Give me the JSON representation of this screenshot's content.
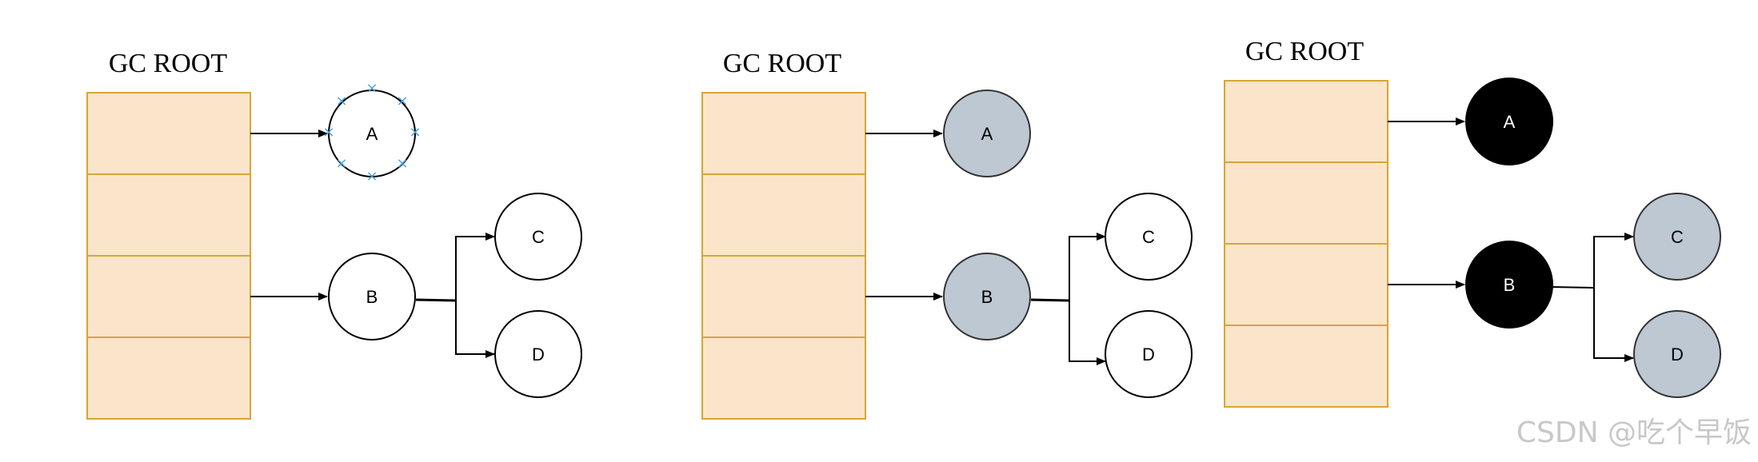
{
  "diagrams": [
    {
      "title": "GC ROOT",
      "nodes": {
        "A": {
          "label": "A",
          "color": "#ffffff",
          "text_color": "#000000",
          "handles": true
        },
        "B": {
          "label": "B",
          "color": "#ffffff",
          "text_color": "#000000"
        },
        "C": {
          "label": "C",
          "color": "#ffffff",
          "text_color": "#000000"
        },
        "D": {
          "label": "D",
          "color": "#ffffff",
          "text_color": "#000000"
        }
      }
    },
    {
      "title": "GC ROOT",
      "nodes": {
        "A": {
          "label": "A",
          "color": "#bec8d2",
          "text_color": "#000000"
        },
        "B": {
          "label": "B",
          "color": "#bec8d2",
          "text_color": "#000000"
        },
        "C": {
          "label": "C",
          "color": "#ffffff",
          "text_color": "#000000"
        },
        "D": {
          "label": "D",
          "color": "#ffffff",
          "text_color": "#000000"
        }
      }
    },
    {
      "title": "GC ROOT",
      "nodes": {
        "A": {
          "label": "A",
          "color": "#000000",
          "text_color": "#ffffff"
        },
        "B": {
          "label": "B",
          "color": "#000000",
          "text_color": "#ffffff"
        },
        "C": {
          "label": "C",
          "color": "#bec8d2",
          "text_color": "#000000"
        },
        "D": {
          "label": "D",
          "color": "#bec8d2",
          "text_color": "#000000"
        }
      }
    }
  ],
  "colors": {
    "root_fill": "#fae5cb",
    "root_stroke": "#d8a536",
    "handle": "#4aa3df"
  },
  "watermark": "CSDN @吃个早饭"
}
